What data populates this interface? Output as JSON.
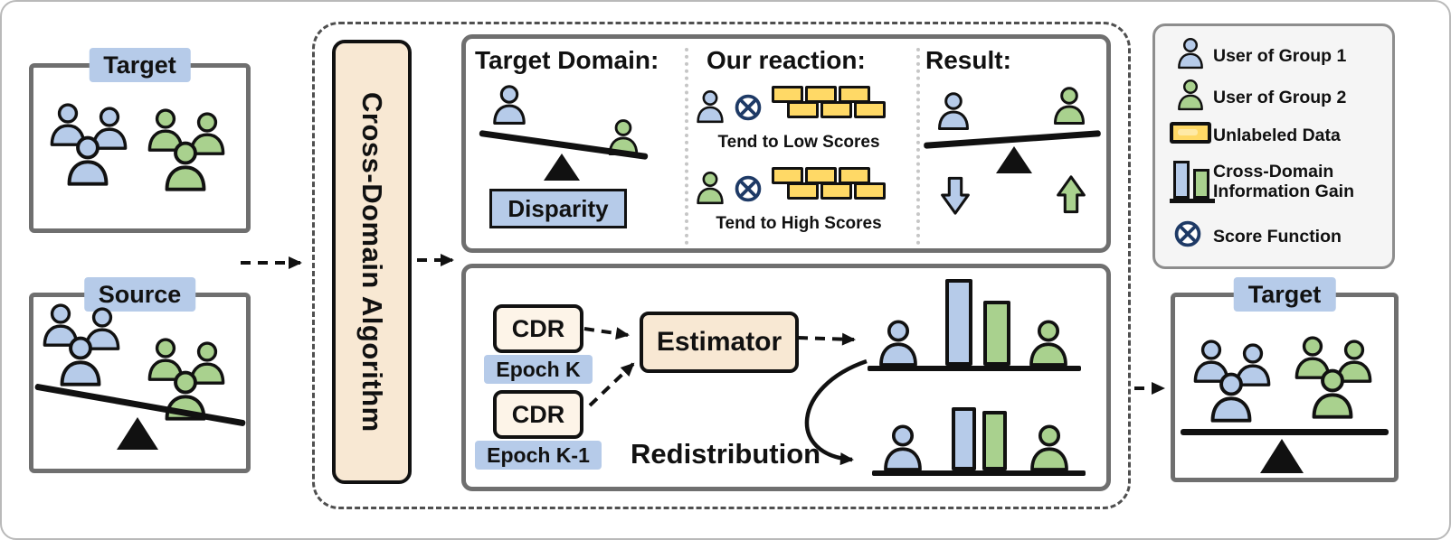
{
  "colors": {
    "blue": "#b6cbe9",
    "green": "#a9d18e",
    "yellow": "#ffd966",
    "tan": "#f8e8d3",
    "navy": "#1e3a66"
  },
  "icons": {
    "user_group1": "person-blue",
    "user_group2": "person-green",
    "unlabeled_data": "yellow-brick",
    "information_gain": "bar-pair",
    "score_function": "circled-times",
    "flow": "dashed-arrow",
    "decrease": "block-arrow-down",
    "increase": "block-arrow-up",
    "balance": "seesaw-with-fulcrum"
  },
  "left": {
    "target_label": "Target",
    "source_label": "Source"
  },
  "algorithm": {
    "label": "Cross-Domain Algorithm"
  },
  "top_panel": {
    "target_domain": {
      "heading": "Target Domain:",
      "disparity_label": "Disparity"
    },
    "reaction": {
      "heading": "Our reaction:",
      "low_caption": "Tend to Low Scores",
      "high_caption": "Tend to High Scores"
    },
    "result": {
      "heading": "Result:"
    }
  },
  "bottom_panel": {
    "cdr_top": {
      "label": "CDR",
      "epoch": "Epoch K"
    },
    "cdr_bottom": {
      "label": "CDR",
      "epoch": "Epoch K-1"
    },
    "estimator_label": "Estimator",
    "redistribution_label": "Redistribution"
  },
  "legend": {
    "items": [
      {
        "label": "User of Group 1"
      },
      {
        "label": "User of Group 2"
      },
      {
        "label": "Unlabeled Data"
      },
      {
        "label": "Cross-Domain Information Gain"
      },
      {
        "label": "Score Function"
      }
    ]
  },
  "right": {
    "target_label": "Target"
  }
}
